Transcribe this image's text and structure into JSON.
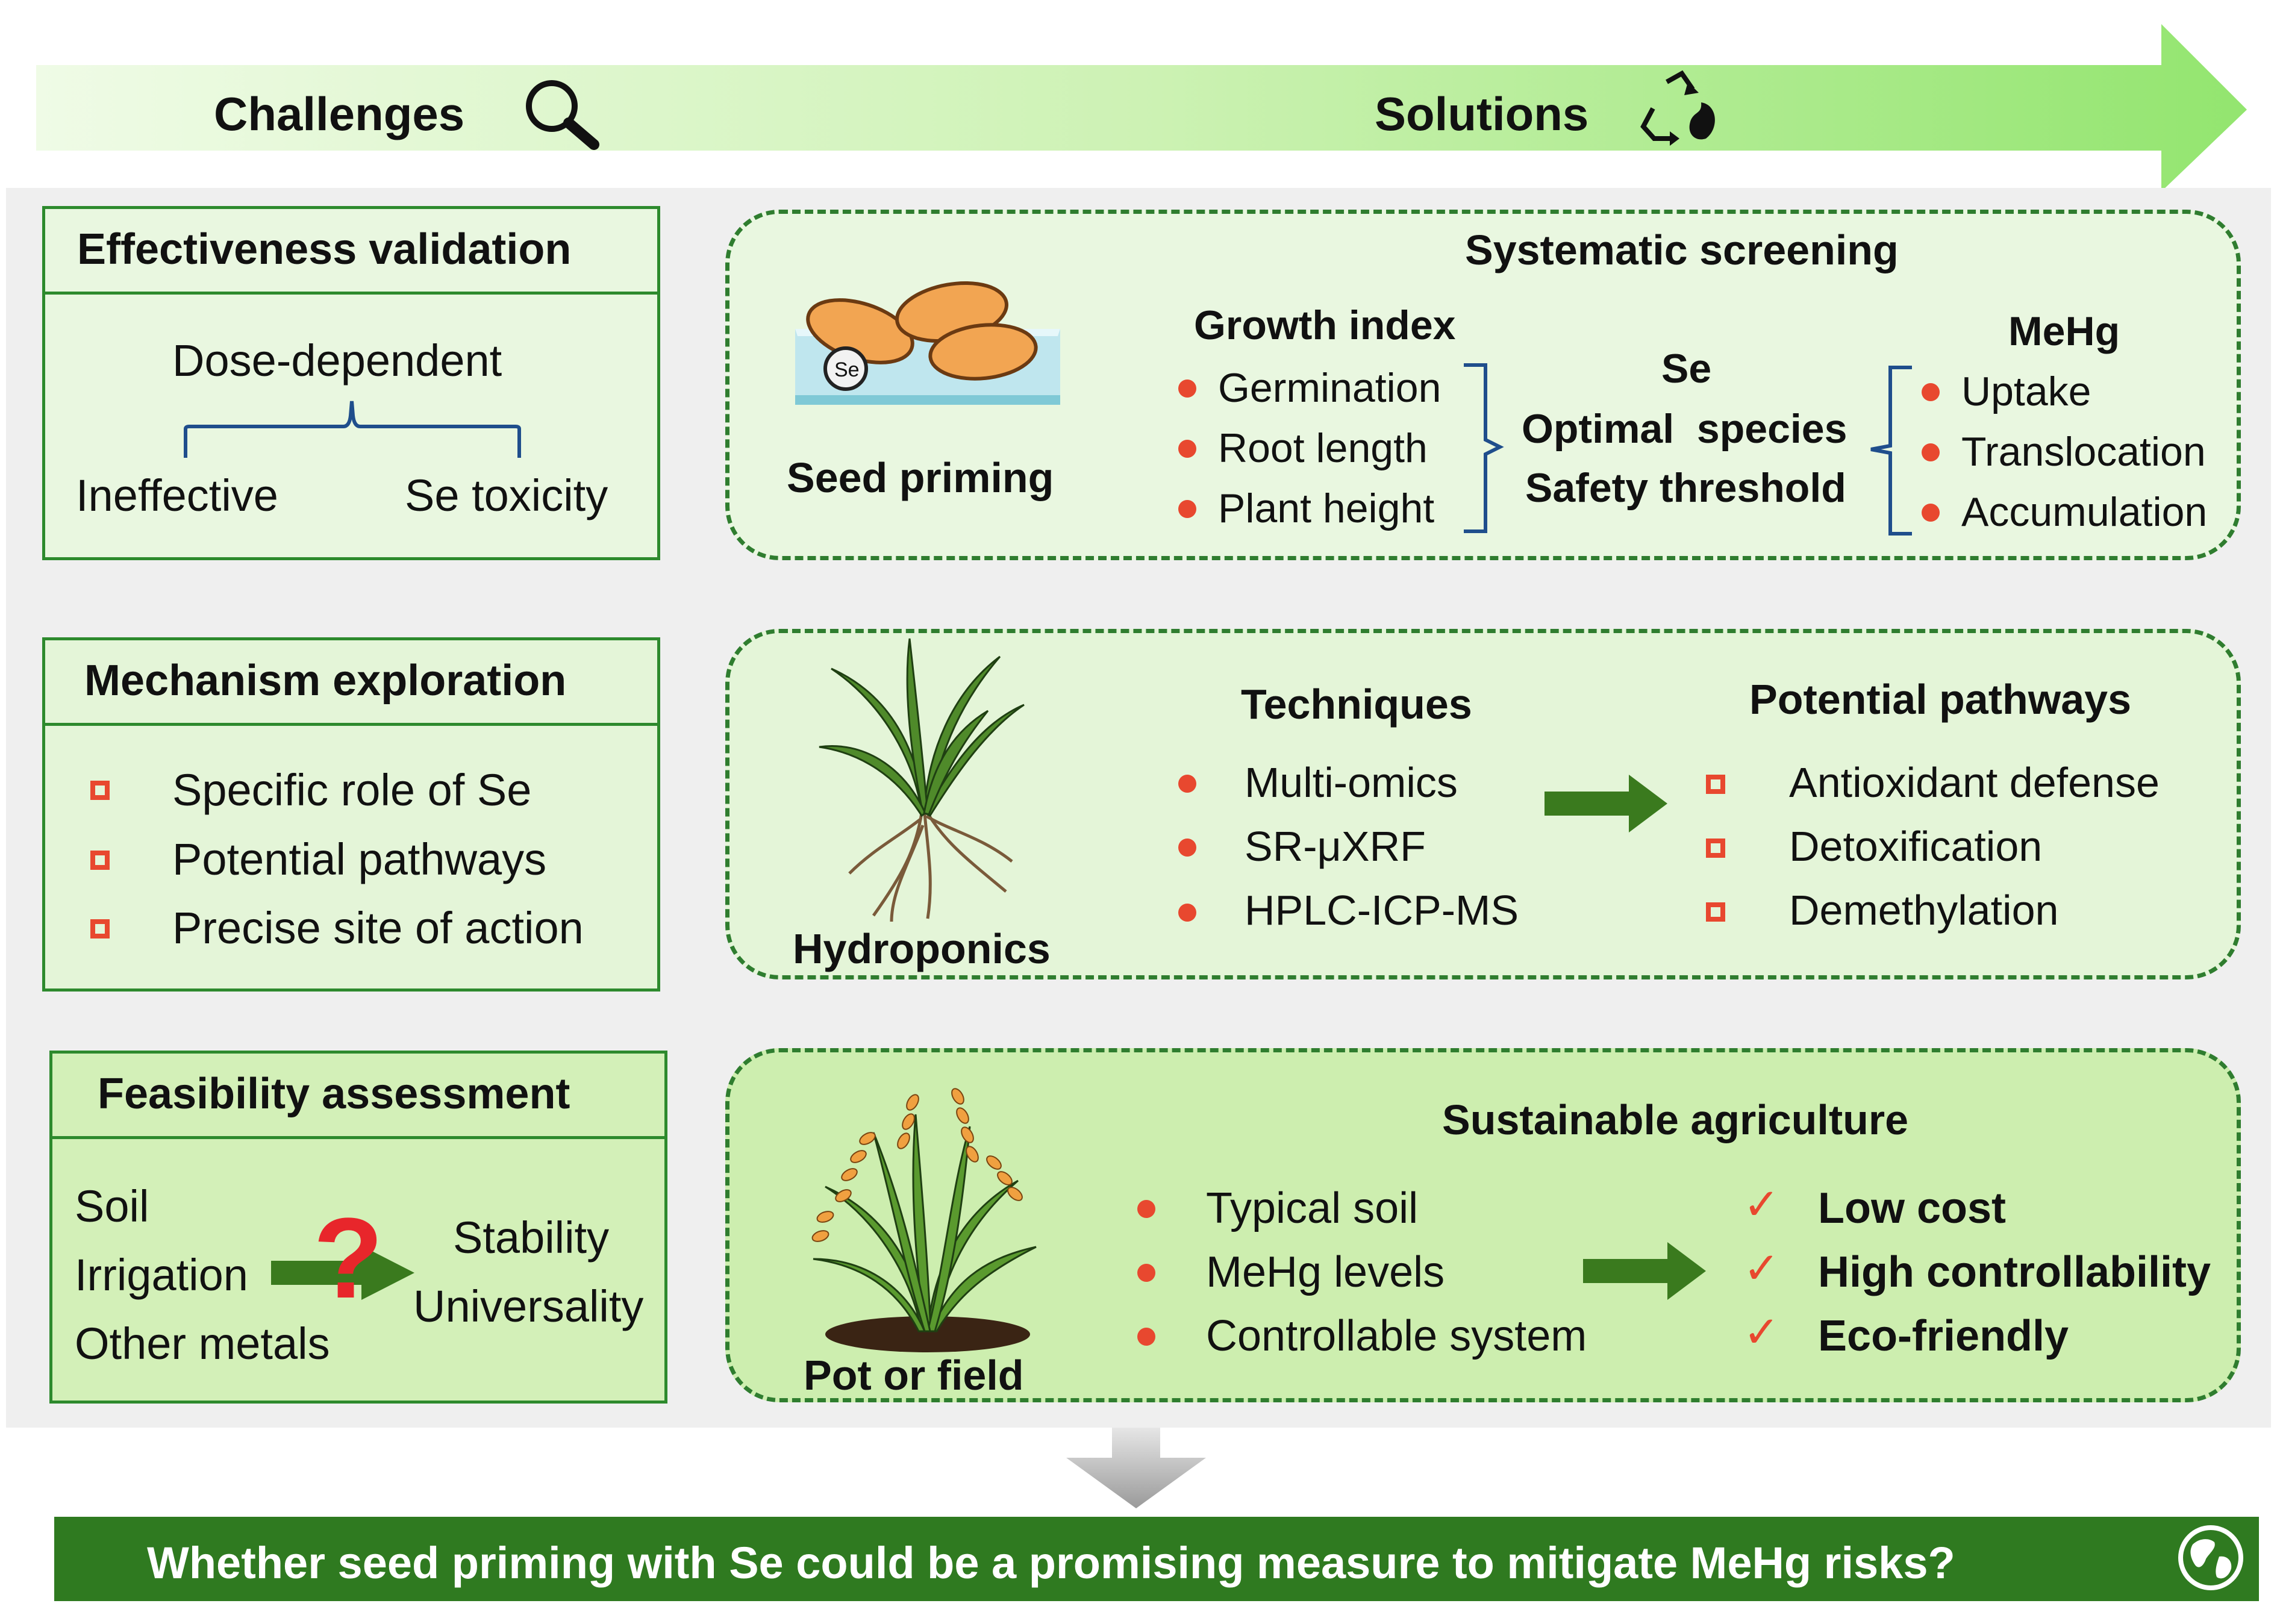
{
  "header": {
    "challenges_label": "Challenges",
    "solutions_label": "Solutions",
    "search_icon": "magnifier-icon",
    "recycle_icon": "recycle-leaf-icon"
  },
  "challenges": {
    "effectiveness": {
      "title": "Effectiveness validation",
      "dose_label": "Dose-dependent",
      "left_label": "Ineffective",
      "right_label": "Se toxicity"
    },
    "mechanism": {
      "title": "Mechanism exploration",
      "items": [
        "Specific role of Se",
        "Potential pathways",
        "Precise site of action"
      ]
    },
    "feasibility": {
      "title": "Feasibility assessment",
      "inputs": [
        "Soil",
        "Irrigation",
        "Other metals"
      ],
      "question": "?",
      "outputs": [
        "Stability",
        "Universality"
      ]
    }
  },
  "solutions": {
    "screening": {
      "title": "Systematic screening",
      "method_label": "Seed priming",
      "se_badge": "Se",
      "growth_title": "Growth index",
      "growth_items": [
        "Germination",
        "Root length",
        "Plant height"
      ],
      "se_title": "Se",
      "se_lines": [
        "Optimal  species",
        "Safety threshold"
      ],
      "mehg_title": "MeHg",
      "mehg_items": [
        "Uptake",
        "Translocation",
        "Accumulation"
      ]
    },
    "hydroponics": {
      "method_label": "Hydroponics",
      "techniques_title": "Techniques",
      "techniques": [
        "Multi-omics",
        "SR-μXRF",
        "HPLC-ICP-MS"
      ],
      "pathways_title": "Potential pathways",
      "pathways": [
        "Antioxidant defense",
        "Detoxification",
        "Demethylation"
      ]
    },
    "field": {
      "method_label": "Pot or field",
      "title": "Sustainable agriculture",
      "conditions": [
        "Typical soil",
        "MeHg levels",
        "Controllable system"
      ],
      "benefits": [
        "Low cost",
        "High controllability",
        "Eco-friendly"
      ]
    }
  },
  "footer": {
    "question": "Whether seed priming with Se could be a promising measure to mitigate MeHg risks?",
    "globe_icon": "globe-icon"
  },
  "colors": {
    "dark_green": "#2e6e1e",
    "box_border": "#2d8a2d",
    "accent_red": "#e8482f",
    "bracket_blue": "#1f4e8c"
  }
}
